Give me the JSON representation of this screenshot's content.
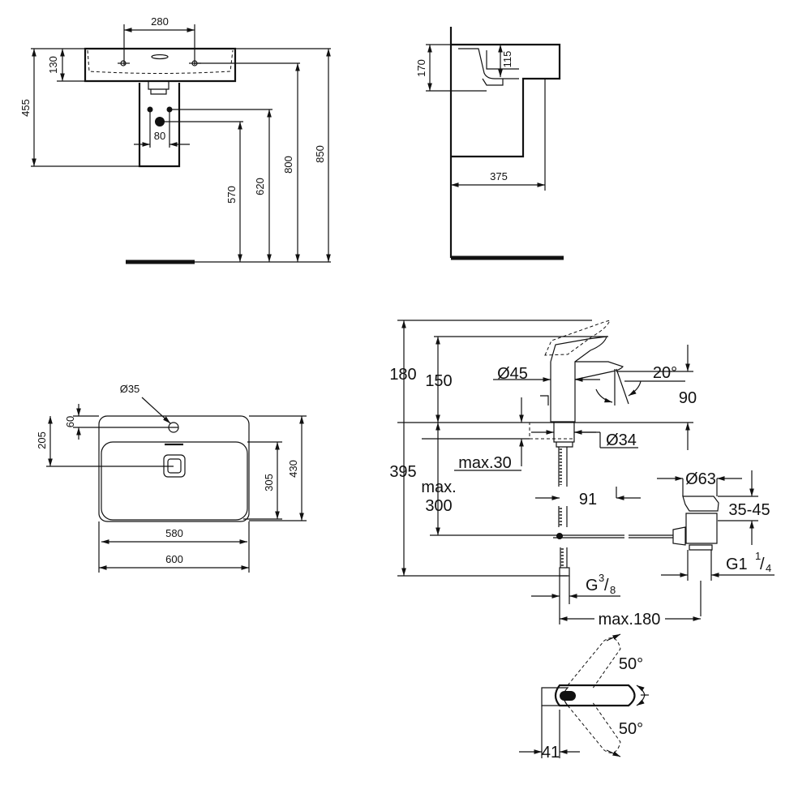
{
  "front_view": {
    "d_280": "280",
    "d_130": "130",
    "d_455": "455",
    "d_80": "80",
    "d_570": "570",
    "d_620": "620",
    "d_800": "800",
    "d_850": "850"
  },
  "side_view": {
    "d_170": "170",
    "d_115": "115",
    "d_375": "375"
  },
  "plan_view": {
    "d_35": "Ø35",
    "d_60": "60",
    "d_205": "205",
    "d_305": "305",
    "d_430": "430",
    "d_580": "580",
    "d_600": "600"
  },
  "faucet": {
    "d_180": "180",
    "d_150": "150",
    "d_45": "Ø45",
    "angle_20": "20°",
    "d_90": "90",
    "d_34": "Ø34",
    "max30": "max.30",
    "d_395": "395",
    "max_label": "max.",
    "d_300": "300",
    "d_91": "91",
    "d_63": "Ø63",
    "d_3545": "35-45",
    "g114": "G1",
    "g114_frac_num": "1",
    "g114_frac_den": "4",
    "g38": "G",
    "g38_frac_num": "3",
    "g38_frac_den": "8",
    "max180": "max.180",
    "angle_50_top": "50°",
    "angle_50_bottom": "50°",
    "d_41": "41"
  }
}
